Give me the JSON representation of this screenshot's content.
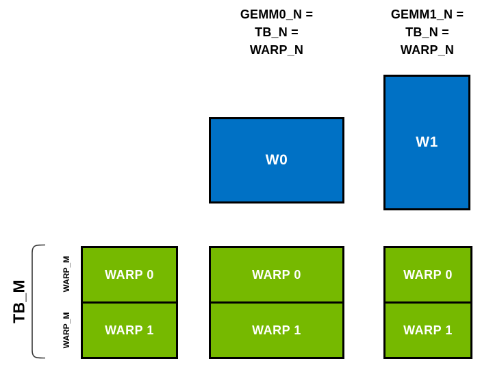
{
  "colors": {
    "nvidia_green": "#76B900",
    "blue": "#0071C5",
    "border": "#000000",
    "box_text": "#ffffff",
    "label_text": "#000000"
  },
  "headers": [
    {
      "lines": [
        "GEMM0_N =",
        "TB_N =",
        "WARP_N"
      ]
    },
    {
      "lines": [
        "GEMM1_N =",
        "TB_N =",
        "WARP_N"
      ]
    }
  ],
  "warp_tiles": [
    {
      "label": "W0"
    },
    {
      "label": "W1"
    }
  ],
  "thread_block_groups": [
    {
      "cells": [
        "WARP 0",
        "WARP 1"
      ]
    },
    {
      "cells": [
        "WARP 0",
        "WARP 1"
      ]
    },
    {
      "cells": [
        "WARP 0",
        "WARP 1"
      ]
    }
  ],
  "left_labels": {
    "tb_m": "TB_M",
    "warp_m_top": "WARP_M",
    "warp_m_bottom": "WARP_M"
  }
}
